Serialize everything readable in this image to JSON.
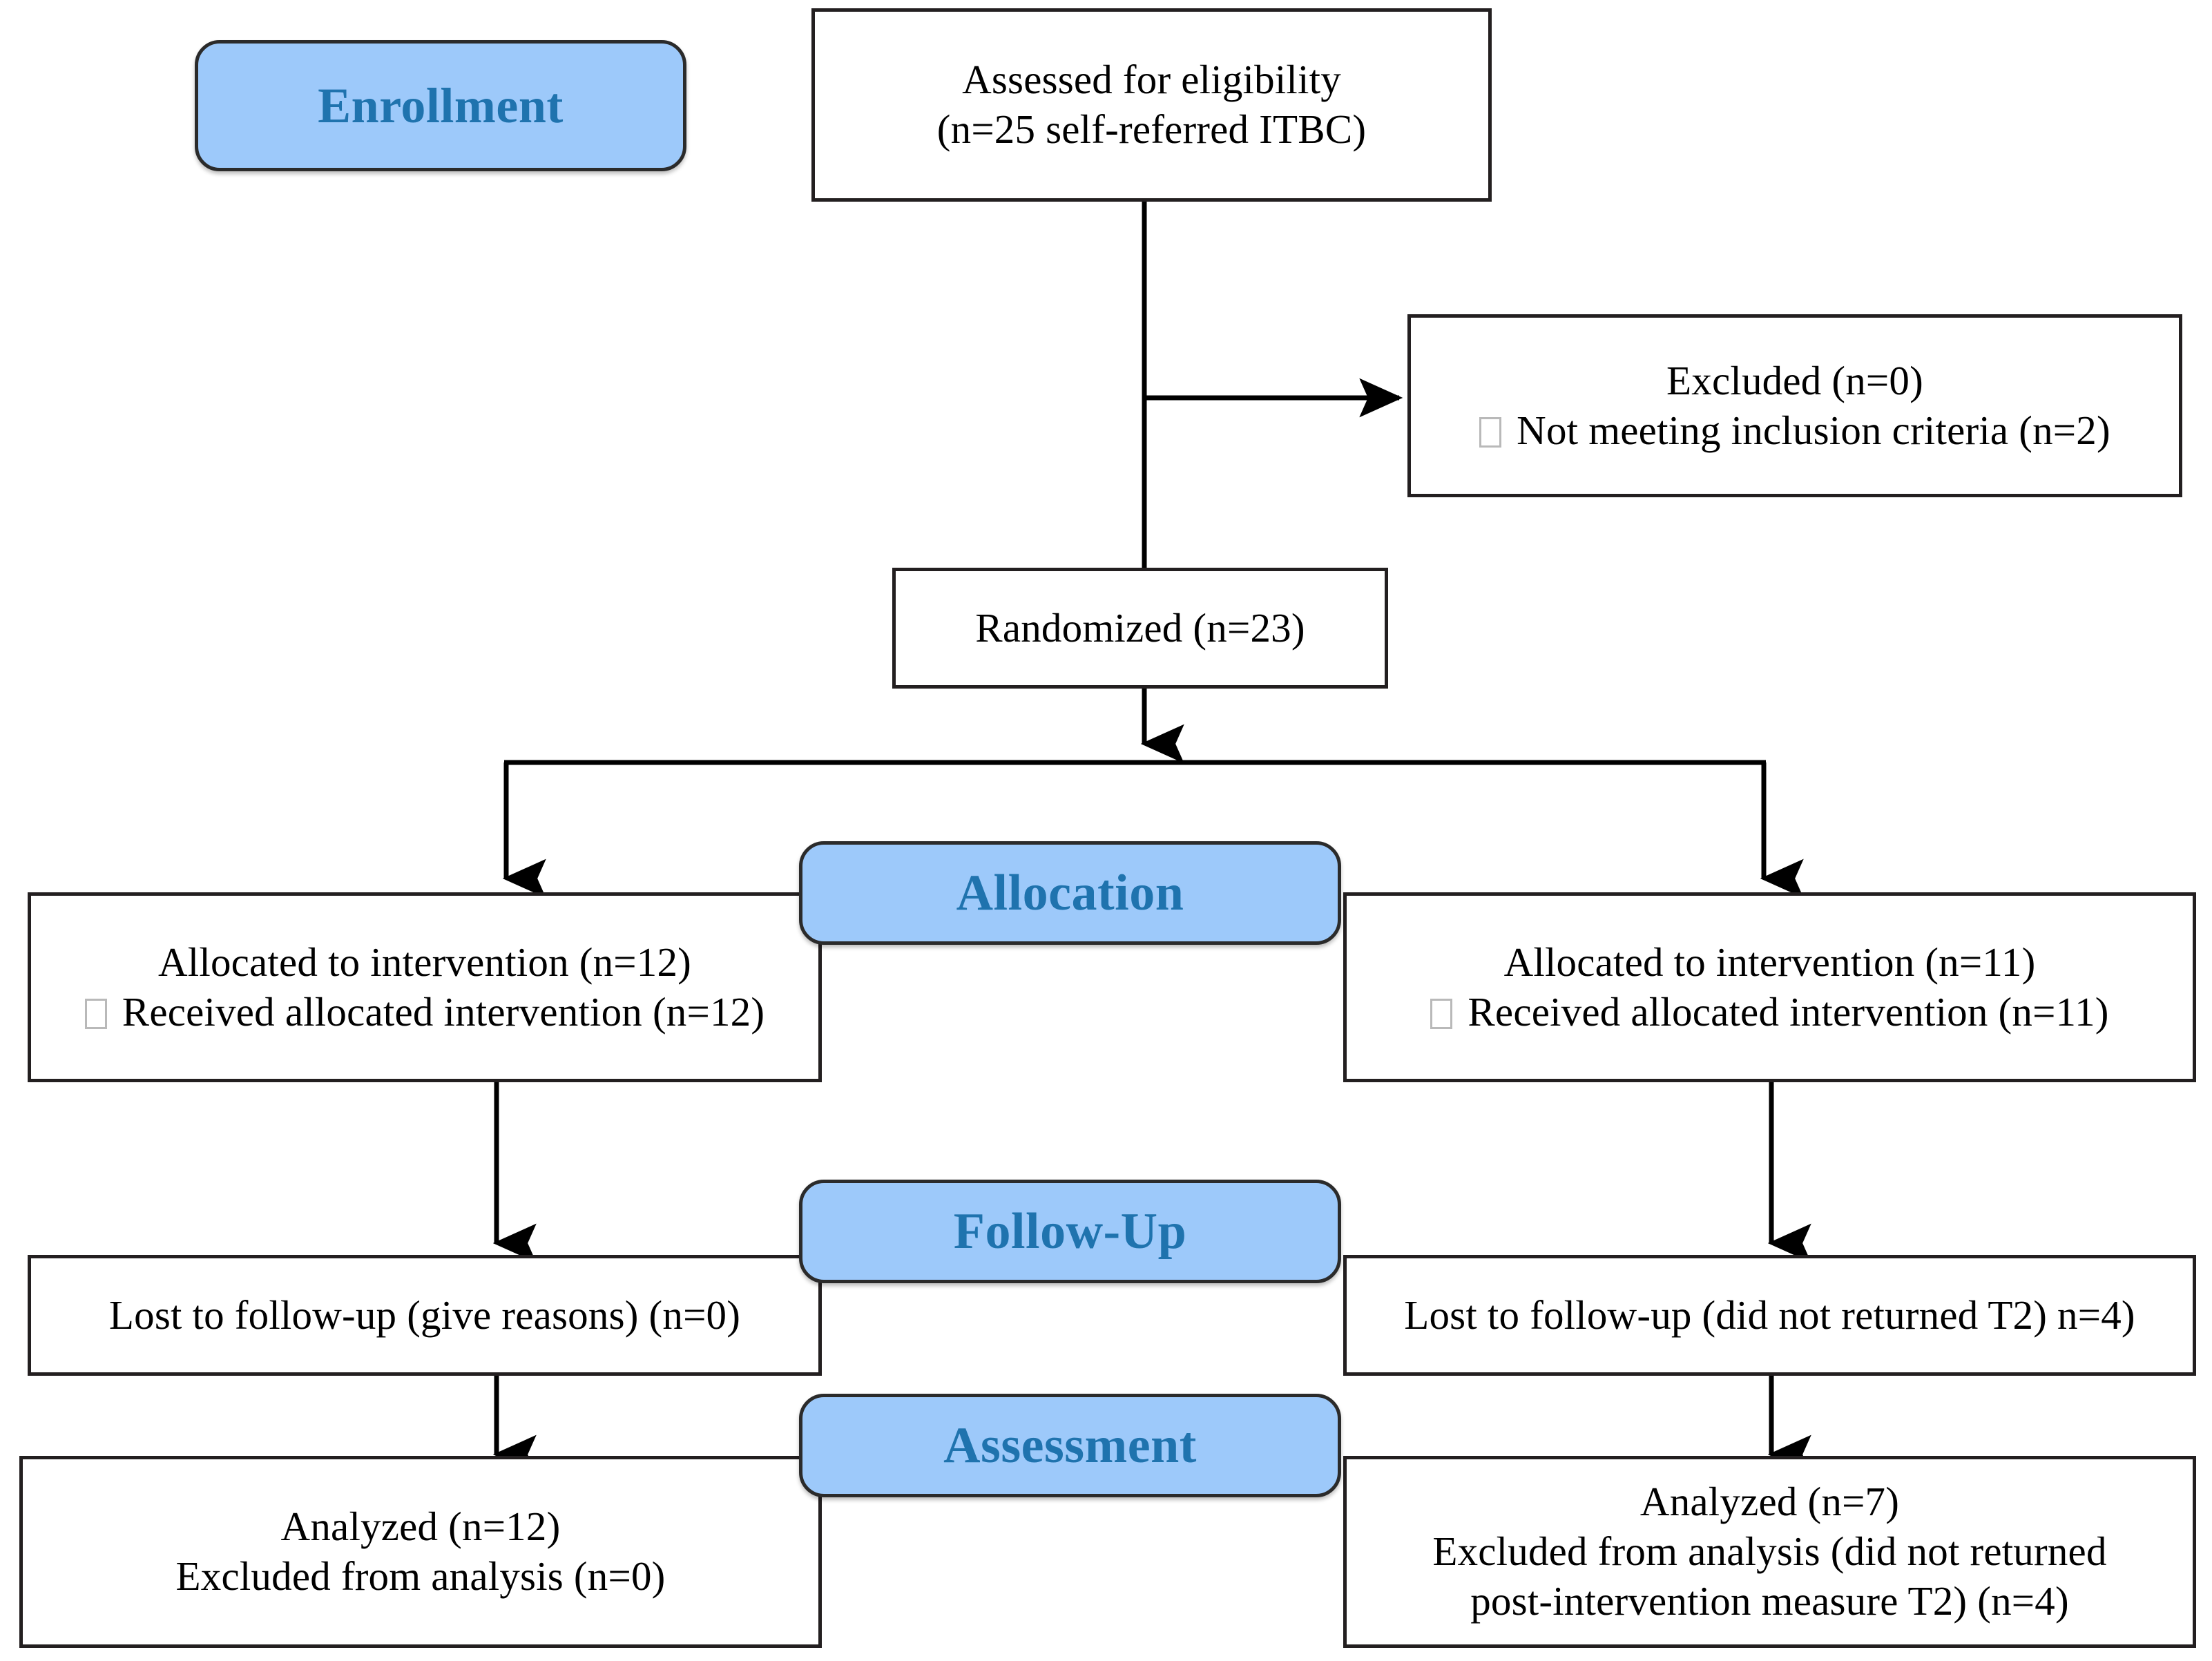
{
  "diagram": {
    "type": "consort-flow-diagram",
    "title": "CONSORT participant flow",
    "colors": {
      "stage_fill": "#9dc9fa",
      "stage_text": "#1f73ae",
      "box_border": "#231f20",
      "box_fill": "#ffffff",
      "connector": "#000000"
    }
  },
  "stages": [
    {
      "id": "enrollment",
      "label": "Enrollment"
    },
    {
      "id": "allocation",
      "label": "Allocation"
    },
    {
      "id": "follow-up",
      "label": "Follow-Up"
    },
    {
      "id": "assessment",
      "label": "Assessment"
    }
  ],
  "nodes": {
    "assessed": {
      "line1": "Assessed for eligibility",
      "line2": "(n=25 self-referred ITBC)"
    },
    "excluded": {
      "line1": "Excluded (n=0)",
      "line2": "Not meeting inclusion criteria (n=2)"
    },
    "randomized": {
      "line1": "Randomized (n=23)"
    },
    "allocated_left": {
      "line1": "Allocated to intervention (n=12)",
      "line2": "Received allocated intervention (n=12)"
    },
    "allocated_right": {
      "line1": "Allocated to intervention (n=11)",
      "line2": "Received allocated intervention (n=11)"
    },
    "followup_left": {
      "line1": "Lost to follow-up (give reasons) (n=0)"
    },
    "followup_right": {
      "line1": "Lost to follow-up (did not returned T2) n=4)"
    },
    "analyzed_left": {
      "line1": "Analyzed (n=12)",
      "line2": "Excluded from analysis (n=0)"
    },
    "analyzed_right": {
      "line1": "Analyzed (n=7)",
      "line2": "Excluded from analysis (did not returned",
      "line3": "post-intervention measure T2) (n=4)"
    }
  },
  "chart_data": {
    "type": "table",
    "title": "CONSORT participant flow counts",
    "categories": [
      "Assessed for eligibility",
      "Excluded",
      "Not meeting inclusion criteria",
      "Randomized",
      "Allocated to intervention (arm 1)",
      "Received allocated intervention (arm 1)",
      "Lost to follow-up (arm 1)",
      "Analyzed (arm 1)",
      "Excluded from analysis (arm 1)",
      "Allocated to intervention (arm 2)",
      "Received allocated intervention (arm 2)",
      "Lost to follow-up (arm 2)",
      "Analyzed (arm 2)",
      "Excluded from analysis (arm 2)"
    ],
    "values": [
      25,
      0,
      2,
      23,
      12,
      12,
      0,
      12,
      0,
      11,
      11,
      4,
      7,
      4
    ]
  }
}
